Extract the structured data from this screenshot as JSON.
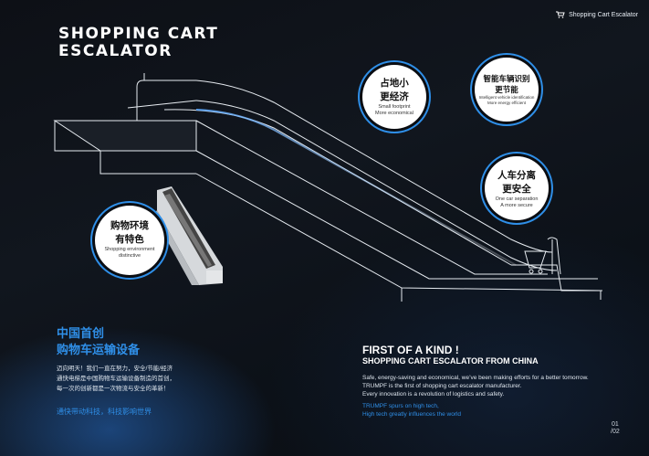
{
  "brand": {
    "name": "Shopping Cart Escalator",
    "icon": "shopping-cart-icon"
  },
  "title": {
    "line1": "SHOPPING CART",
    "line2": "ESCALATOR"
  },
  "features": [
    {
      "cn1": "占地小",
      "cn2": "更经济",
      "en1": "Small footprint",
      "en2": "More economical"
    },
    {
      "cn1": "智能车辆识别",
      "cn2": "更节能",
      "en1": "Intelligent vehicle identification",
      "en2": "More energy efficient"
    },
    {
      "cn1": "人车分离",
      "cn2": "更安全",
      "en1": "One car separation",
      "en2": "A more secure"
    },
    {
      "cn1": "购物环境",
      "cn2": "有特色",
      "en1": "Shopping environment",
      "en2": "distinctive"
    }
  ],
  "cn_section": {
    "heading1": "中国首创",
    "heading2": "购物车运输设备",
    "body1": "迈向明天！我们一直在努力，安全/节能/经济",
    "body2": "通快电梯是中国购物车运输设备制造的首创，",
    "body3": "每一次的创新都是一次物流与安全的革新！",
    "slogan": "通快带动科技，科技影响世界"
  },
  "en_section": {
    "heading": "FIRST OF A KIND !",
    "subheading": "SHOPPING CART ESCALATOR FROM CHINA",
    "body1": "Safe, energy-saving and economical, we’ve been making efforts for a better tomorrow.",
    "body2": "TRUMPF is the first of shopping cart escalator manufacturer.",
    "body3": "Every innovation is a revolution of logistics and safety.",
    "foot1": "TRUMPF spurs on high tech,",
    "foot2": "High tech greatly influences the world"
  },
  "pager": {
    "current": "01",
    "total": "02",
    "sep": "/"
  },
  "colors": {
    "accent": "#2f8fe8",
    "background": "#0a0d12"
  }
}
